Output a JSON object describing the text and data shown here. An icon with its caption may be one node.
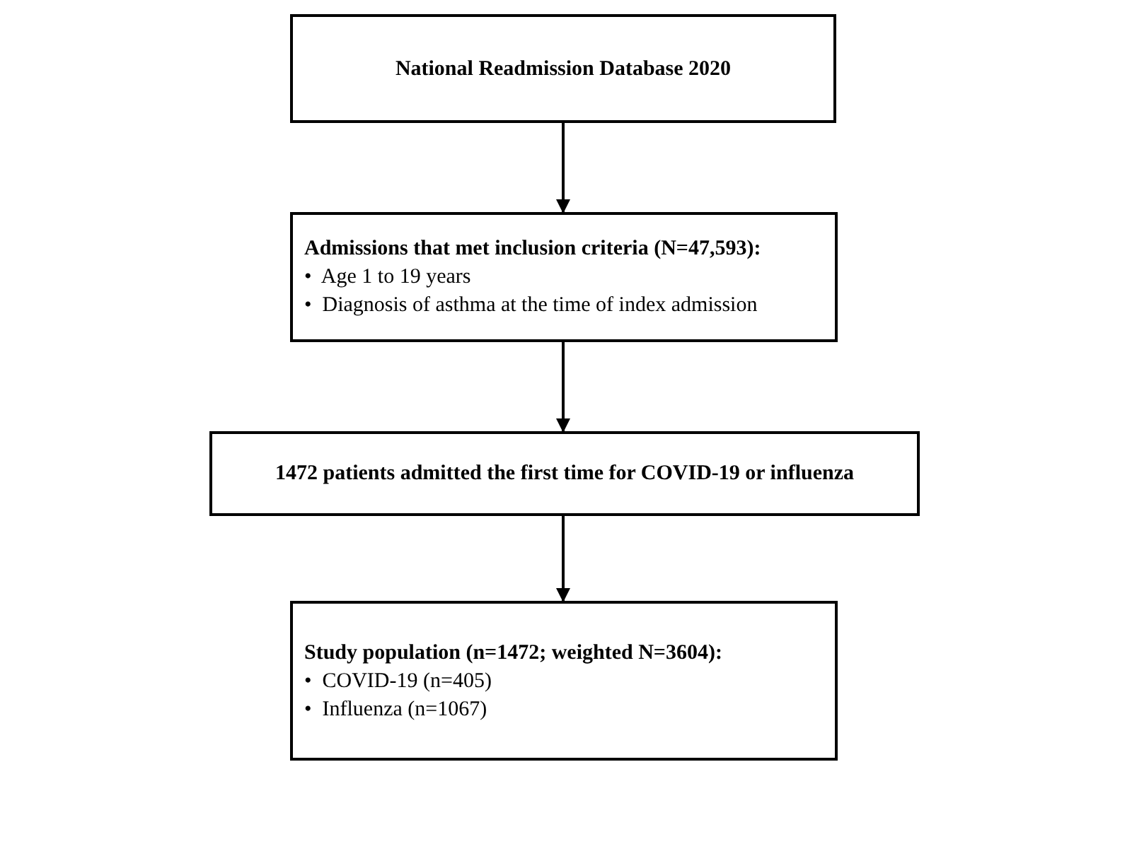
{
  "diagram": {
    "nodes": [
      {
        "text": [
          "National Readmission Database 2020"
        ]
      },
      {
        "text": [
          "Admissions that met inclusion criteria (N=47,593):",
          "•  Age 1 to 19 years",
          "•  Diagnosis of asthma at the time of index admission"
        ]
      },
      {
        "text": [
          "1472 patients admitted the first time for COVID-19 or influenza"
        ]
      },
      {
        "text": [
          "Study population (n=1472; weighted N=3604):",
          "•  COVID-19 (n=405)",
          "•  Influenza (n=1067)"
        ]
      }
    ],
    "edges": [
      {
        "from": 0,
        "to": 1,
        "arrow": "to"
      },
      {
        "from": 1,
        "to": 2,
        "arrow": "to"
      },
      {
        "from": 2,
        "to": 3,
        "arrow": "to"
      }
    ]
  }
}
